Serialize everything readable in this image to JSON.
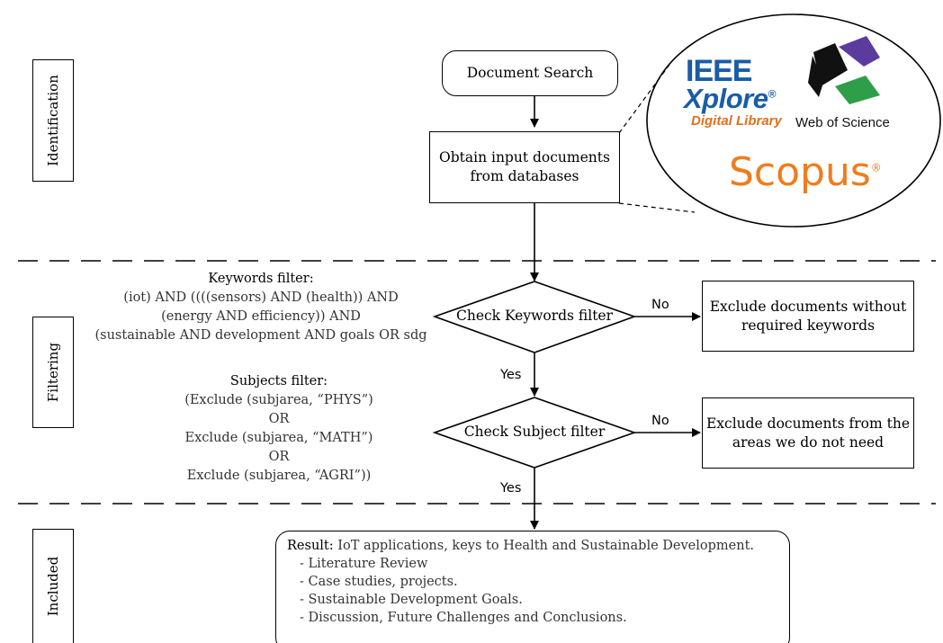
{
  "stages": {
    "identification": "Identification",
    "filtering": "Filtering",
    "included": "Included"
  },
  "nodes": {
    "document_search": "Document Search",
    "obtain_line1": "Obtain input documents",
    "obtain_line2": "from databases",
    "check_keywords": "Check Keywords filter",
    "check_subject": "Check Subject filter",
    "exclude_keywords_line1": "Exclude documents without",
    "exclude_keywords_line2": "required keywords",
    "exclude_areas_line1": "Exclude documents from the",
    "exclude_areas_line2": "areas we do not need"
  },
  "edges": {
    "no_1": "No",
    "yes_1": "Yes",
    "no_2": "No",
    "yes_2": "Yes"
  },
  "keywords_filter": {
    "title": "Keywords filter:",
    "lines": [
      "(iot) AND ((((sensors) AND (health)) AND",
      "(energy AND efficiency)) AND",
      "(sustainable AND development AND goals OR sdg"
    ]
  },
  "subjects_filter": {
    "title": "Subjects filter:",
    "lines": [
      "(Exclude (subjarea,  “PHYS”)",
      "OR",
      "Exclude (subjarea,  “MATH”)",
      "OR",
      "Exclude (subjarea,  “AGRI”))"
    ]
  },
  "result": {
    "label": "Result:",
    "text": "IoT applications, keys to Health and Sustainable Development.",
    "items": [
      "- Literature Review",
      "- Case studies, projects.",
      "- Sustainable Development Goals.",
      "- Discussion, Future Challenges  and Conclusions."
    ]
  },
  "databases": {
    "ieee_line1": "IEEE",
    "ieee_line2": "Xplore",
    "ieee_reg": "®",
    "ieee_line3": "Digital Library",
    "wos": "Web of Science",
    "scopus": "Scopus",
    "scopus_reg": "®"
  },
  "colors": {
    "ieee_blue": "#1a5ca8",
    "ieee_orange": "#e0701e",
    "wos_purple": "#5b3c9e",
    "wos_green": "#2f9e48",
    "scopus_orange": "#f07c1c"
  }
}
